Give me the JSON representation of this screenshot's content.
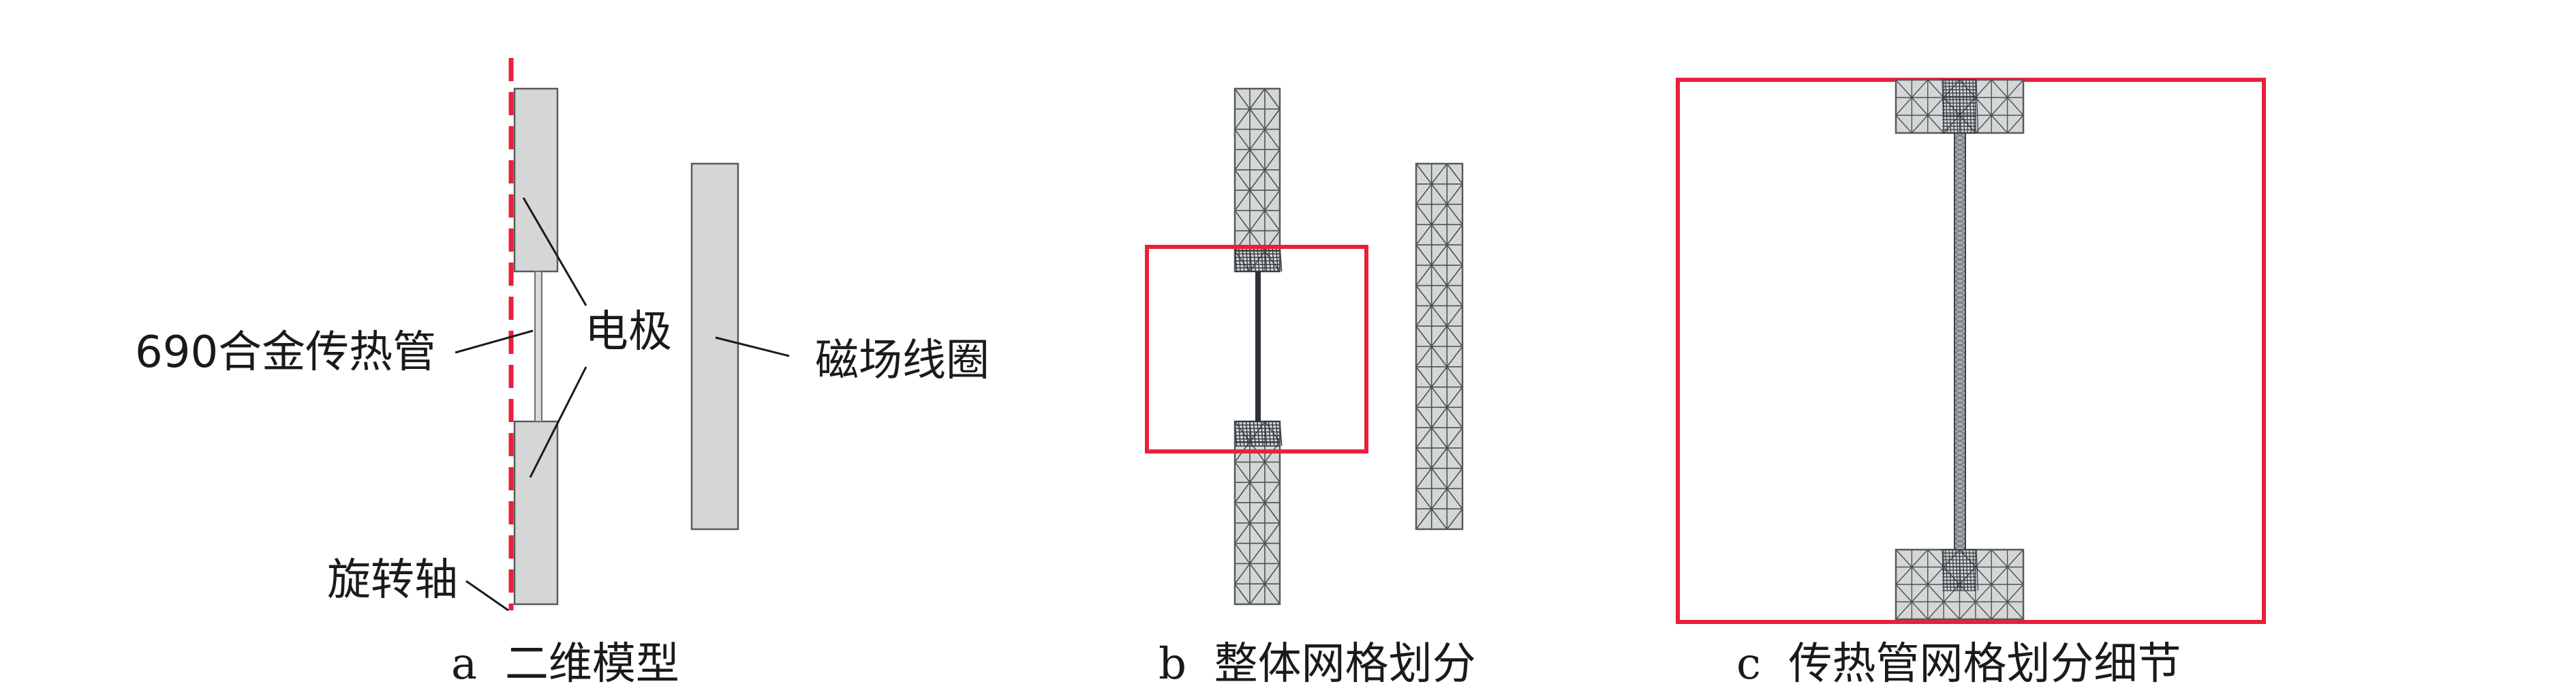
{
  "panel_a": {
    "caption": "a  二维模型",
    "label_tube": "690合金传热管",
    "label_electrode": "电极",
    "label_coil": "磁场线圈",
    "label_axis": "旋转轴"
  },
  "panel_b": {
    "caption": "b  整体网格划分"
  },
  "panel_c": {
    "caption": "c  传热管网格划分细节"
  },
  "colors": {
    "axis_red": "#e8203a",
    "box_red": "#e8203a",
    "part_fill": "#d4d7d6",
    "outline": "#555b5e",
    "mesh_line": "#4b5257",
    "leader": "#1a1a1a"
  }
}
